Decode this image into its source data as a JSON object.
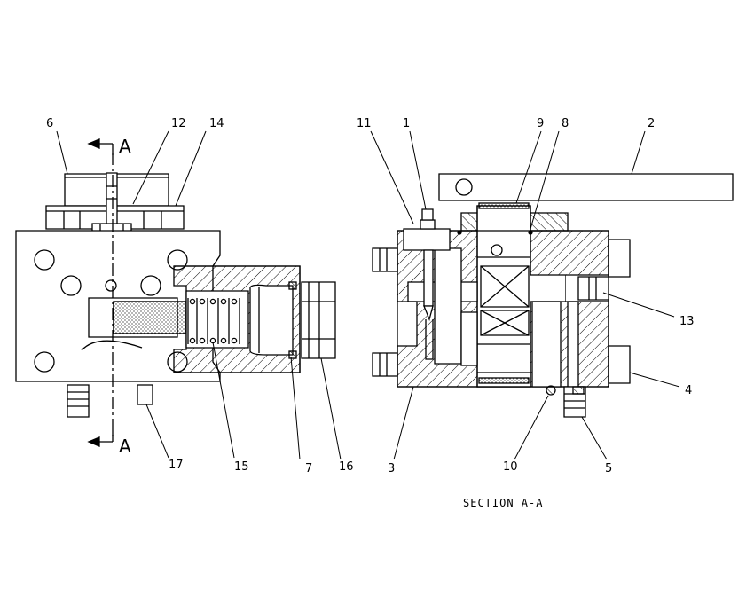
{
  "callouts": {
    "c1": "1",
    "c2": "2",
    "c3": "3",
    "c4": "4",
    "c5": "5",
    "c6": "6",
    "c7": "7",
    "c8": "8",
    "c9": "9",
    "c10": "10",
    "c11": "11",
    "c12": "12",
    "c13": "13",
    "c14": "14",
    "c15": "15",
    "c16": "16",
    "c17": "17"
  },
  "section_marker": "A",
  "section_caption": "SECTION A-A",
  "colors": {
    "ink": "#000000",
    "paper": "#ffffff"
  }
}
